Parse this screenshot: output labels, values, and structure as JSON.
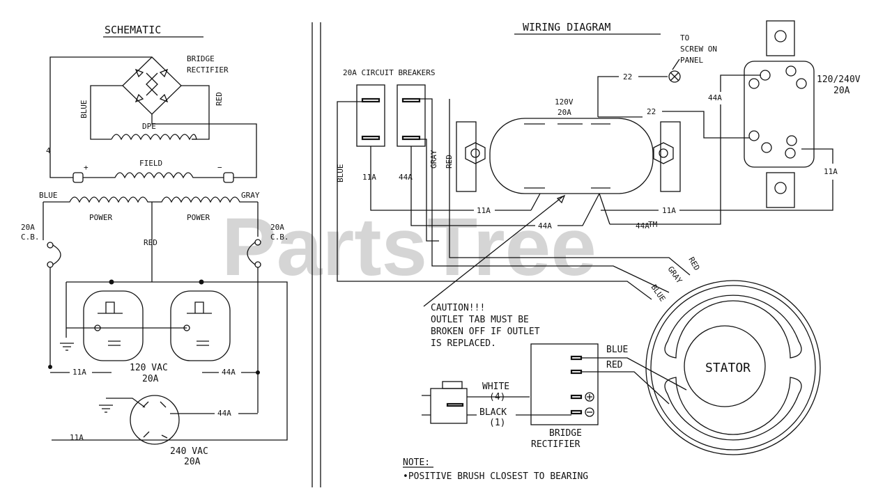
{
  "schematic": {
    "title": "SCHEMATIC",
    "bridge_rectifier_l1": "BRIDGE",
    "bridge_rectifier_l2": "RECTIFIER",
    "blue": "BLUE",
    "red_side": "RED",
    "dpe": "DPE",
    "field": "FIELD",
    "plus": "+",
    "minus": "−",
    "four": "4",
    "blue_power": "BLUE",
    "gray_power": "GRAY",
    "power_left": "POWER",
    "power_right": "POWER",
    "cb_left_l1": "20A",
    "cb_left_l2": "C.B.",
    "cb_right_l1": "20A",
    "cb_right_l2": "C.B.",
    "red_center": "RED",
    "wire_11a_top": "11A",
    "wire_44a_top": "44A",
    "vac120_l1": "120 VAC",
    "vac120_l2": "20A",
    "wire_44a_mid": "44A",
    "wire_11a_bottom": "11A",
    "vac240_l1": "240 VAC",
    "vac240_l2": "20A"
  },
  "wiring": {
    "title": "WIRING DIAGRAM",
    "to_screw_l1": "TO",
    "to_screw_l2": "SCREW ON",
    "to_screw_l3": "PANEL",
    "breakers": "20A CIRCUIT BREAKERS",
    "wire_22_top": "22",
    "wire_22_mid": "22",
    "outlet120_l1": "120V",
    "outlet120_l2": "20A",
    "outlet240_l1": "120/240V",
    "outlet240_l2": "20A",
    "wire_44a_right": "44A",
    "wire_11a_right": "11A",
    "blue_vert": "BLUE",
    "gray_vert": "GRAY",
    "red_vert": "RED",
    "cb_11a": "11A",
    "cb_44a": "44A",
    "wire_11a_run": "11A",
    "wire_11a_run2": "11A",
    "wire_44a_run": "44A",
    "wire_44a_run2": "44A",
    "stator_red": "RED",
    "stator_gray": "GRAY",
    "stator_blue": "BLUE",
    "caution_l1": "CAUTION!!!",
    "caution_l2": "OUTLET TAB MUST BE",
    "caution_l3": "BROKEN OFF IF OUTLET",
    "caution_l4": "IS REPLACED.",
    "rect_blue": "BLUE",
    "rect_red": "RED",
    "white_l1": "WHITE",
    "white_l2": "(4)",
    "black_l1": "BLACK",
    "black_l2": "(1)",
    "bridge_l1": "BRIDGE",
    "bridge_l2": "RECTIFIER",
    "stator": "STATOR",
    "note_title": "NOTE:",
    "note_body": "•POSITIVE BRUSH CLOSEST TO BEARING"
  },
  "watermark": {
    "text": "PartsTree",
    "tm": "TM"
  }
}
